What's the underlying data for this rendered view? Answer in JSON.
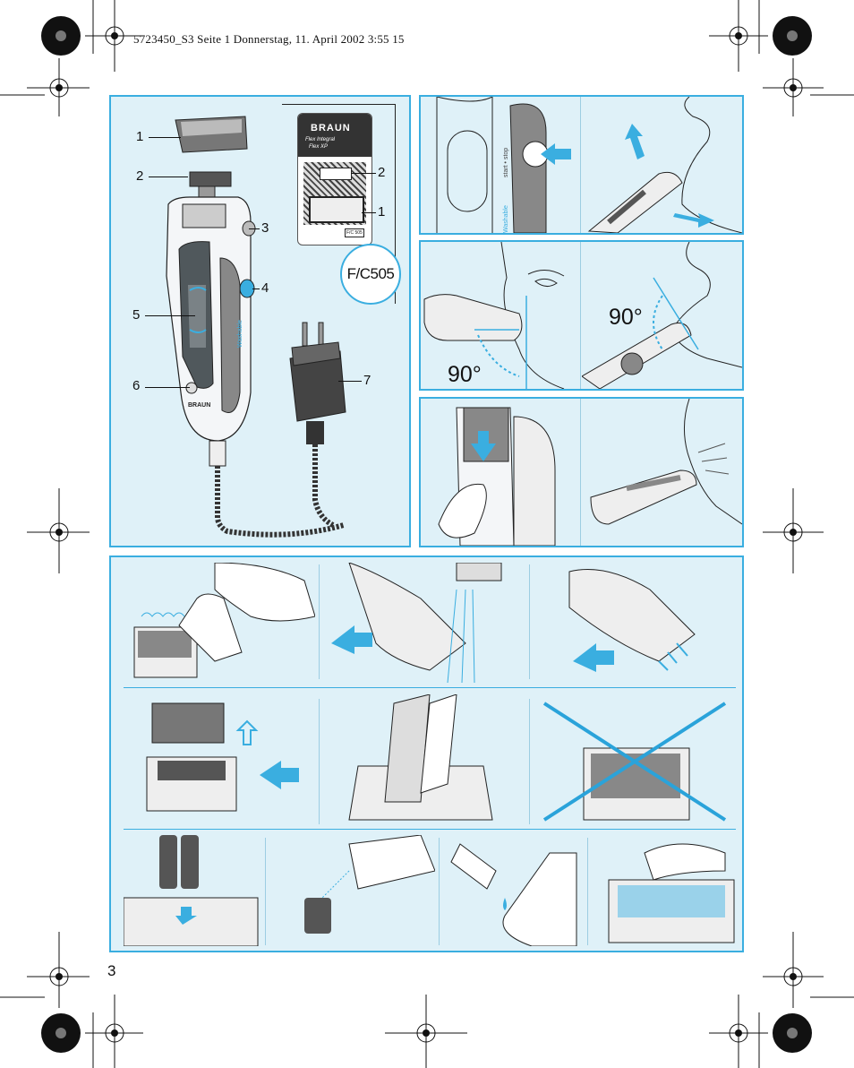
{
  "header": {
    "text": "5723450_S3  Seite 1  Donnerstag, 11. April 2002  3:55 15"
  },
  "page_number": "3",
  "product": {
    "callouts": [
      "1",
      "2",
      "3",
      "4",
      "5",
      "6",
      "7"
    ],
    "package_callouts": [
      "2",
      "1"
    ],
    "package_brand": "BRAUN",
    "package_line1": "Flex Integral",
    "package_line2": "Flex XP",
    "package_code": "F/C 505",
    "replacement_badge": "F/C505"
  },
  "shaving": {
    "angle_left": "90°",
    "angle_right": "90°",
    "switch_label": "start • stop",
    "model_label": "Washable"
  },
  "colors": {
    "accent": "#3aaee0",
    "panel_bg": "#dff1f8",
    "cross": "#2aa3da"
  }
}
